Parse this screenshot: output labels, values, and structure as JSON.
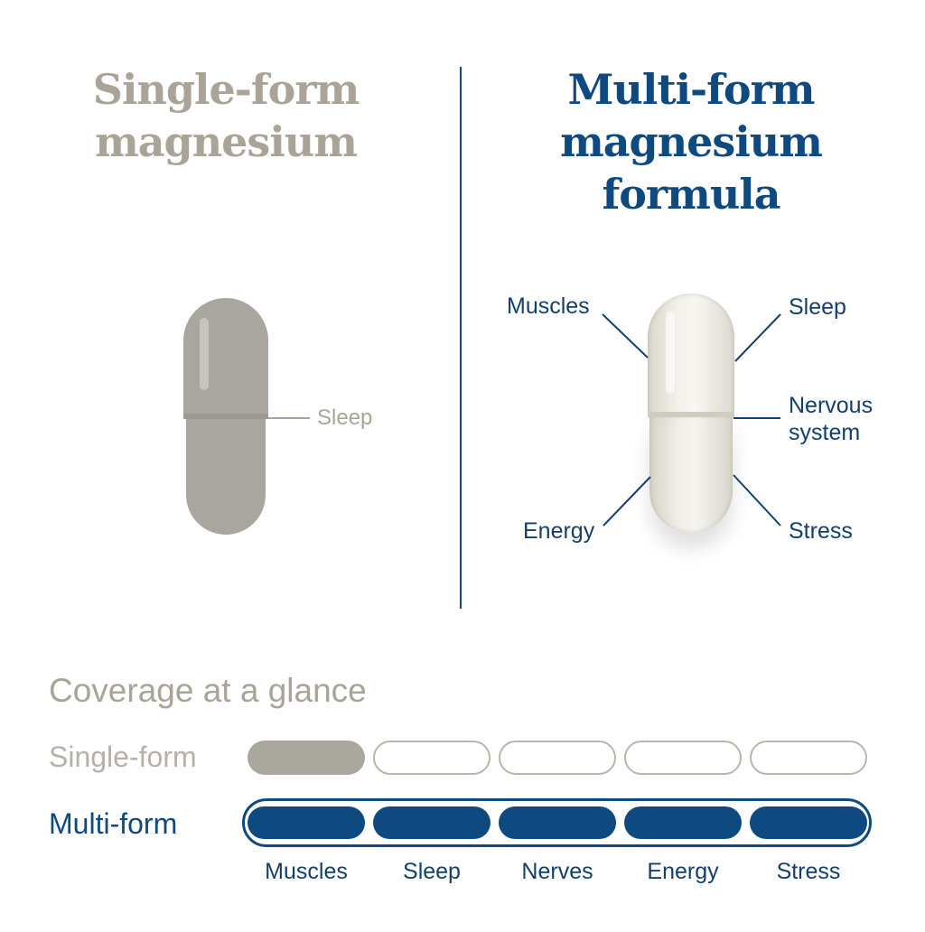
{
  "left_panel": {
    "title_line1": "Single-form",
    "title_line2": "magnesium",
    "label": "Sleep"
  },
  "right_panel": {
    "title_line1": "Multi-form",
    "title_line2": "magnesium",
    "title_line3": "formula",
    "labels": {
      "muscles": "Muscles",
      "sleep": "Sleep",
      "nervous_line1": "Nervous",
      "nervous_line2": "system",
      "energy": "Energy",
      "stress": "Stress"
    }
  },
  "coverage": {
    "title": "Coverage at a glance",
    "rows": [
      {
        "label": "Single-form",
        "filled": [
          true,
          false,
          false,
          false,
          false
        ]
      },
      {
        "label": "Multi-form",
        "filled": [
          true,
          true,
          true,
          true,
          true
        ]
      }
    ],
    "categories": [
      "Muscles",
      "Sleep",
      "Nerves",
      "Energy",
      "Stress"
    ]
  },
  "colors": {
    "navy": "#0e4a80",
    "grey": "#a9a497"
  }
}
